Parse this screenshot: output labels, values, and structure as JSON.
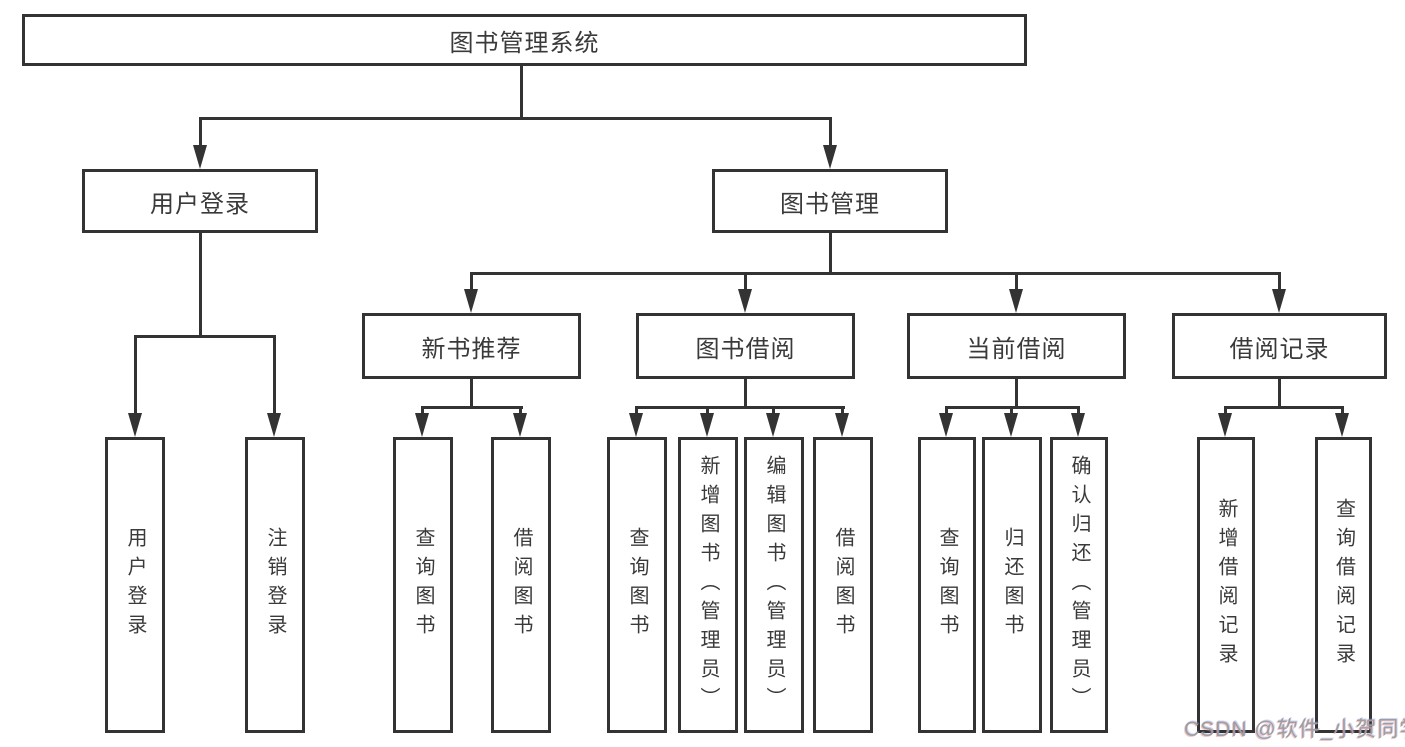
{
  "diagram": {
    "type": "tree-diagram",
    "colors": {
      "line": "#333333",
      "text": "#3a3a3a",
      "box_bg": "#ffffff",
      "background": "#ffffff",
      "watermark": "#9e9e9e"
    },
    "tree": {
      "root": {
        "label": "图书管理系统"
      },
      "children": [
        {
          "label": "用户登录",
          "children": [
            {
              "label": "用户登录"
            },
            {
              "label": "注销登录"
            }
          ]
        },
        {
          "label": "图书管理",
          "children": [
            {
              "label": "新书推荐",
              "children": [
                {
                  "label": "查询图书"
                },
                {
                  "label": "借阅图书"
                }
              ]
            },
            {
              "label": "图书借阅",
              "children": [
                {
                  "label": "查询图书"
                },
                {
                  "label": "新增图书（管理员）"
                },
                {
                  "label": "编辑图书（管理员）"
                },
                {
                  "label": "借阅图书"
                }
              ]
            },
            {
              "label": "当前借阅",
              "children": [
                {
                  "label": "查询图书"
                },
                {
                  "label": "归还图书"
                },
                {
                  "label": "确认归还（管理员）"
                }
              ]
            },
            {
              "label": "借阅记录",
              "children": [
                {
                  "label": "新增借阅记录"
                },
                {
                  "label": "查询借阅记录"
                }
              ]
            }
          ]
        }
      ]
    }
  },
  "watermark": {
    "text": "CSDN @软件_小贺同学"
  }
}
